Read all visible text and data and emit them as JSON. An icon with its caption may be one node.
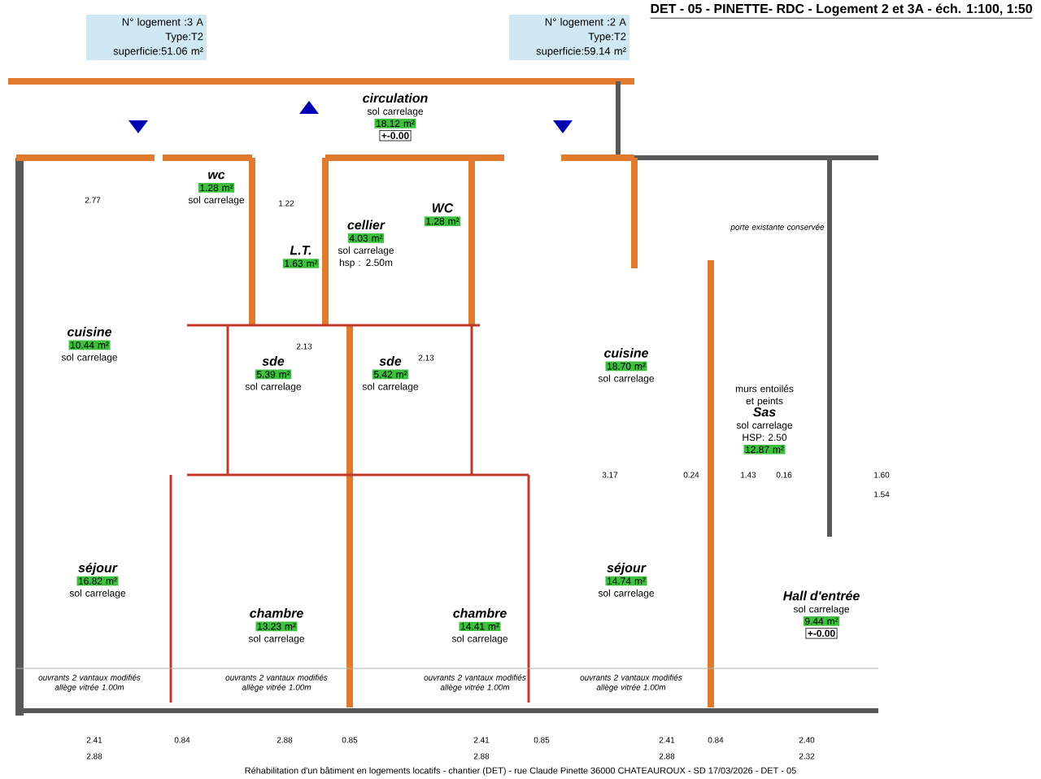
{
  "diagram": {
    "title": "DET - 05 - PINETTE- RDC - Logement 2 et 3A - éch. 1:100, 1:50",
    "caption": "Réhabilitation d'un bâtiment en logements locatifs - chantier (DET) - rue Claude Pinette 36000 CHATEAUROUX - SD 17/03/2026 - DET - 05",
    "nodes": [
      {
        "text": [
          "N° logement :3 A",
          "Type:T2",
          "superficie:51.06 m²"
        ]
      },
      {
        "text": [
          "N° logement :2 A",
          "Type:T2",
          "superficie:59.14 m²"
        ]
      },
      {
        "text": [
          "circulation",
          "sol carrelage",
          "18.12 m²",
          "+-0.00"
        ]
      },
      {
        "text": [
          "wc",
          "1.28 m²",
          "sol carrelage"
        ]
      },
      {
        "text": [
          "L.T.",
          "1.63 m²"
        ]
      },
      {
        "text": [
          "cellier",
          "4.03 m²",
          "sol carrelage hsp : 2.50m"
        ]
      },
      {
        "text": [
          "WC",
          "1.28 m²"
        ]
      },
      {
        "text": [
          "cuisine",
          "10.44 m²",
          "sol carrelage"
        ]
      },
      {
        "text": [
          "sde",
          "5.39 m²",
          "sol carrelage"
        ]
      },
      {
        "text": [
          "sde",
          "5.42 m²",
          "sol carrelage"
        ]
      },
      {
        "text": [
          "cuisine",
          "18.70 m²",
          "sol carrelage"
        ]
      },
      {
        "text": [
          "murs entoilés et peints",
          "Sas",
          "sol carrelage HSP: 2.50",
          "12.87 m²"
        ]
      },
      {
        "text": [
          "séjour",
          "16.82 m²",
          "sol carrelage"
        ]
      },
      {
        "text": [
          "chambre",
          "13.23 m²",
          "sol carrelage"
        ]
      },
      {
        "text": [
          "chambre",
          "14.41 m²",
          "sol carrelage"
        ]
      },
      {
        "text": [
          "séjour",
          "14.74 m²",
          "sol carrelage"
        ]
      },
      {
        "text": [
          "Hall d'entrée",
          "sol carrelage",
          "9.44 m²",
          "+-0.00"
        ]
      }
    ],
    "labels": [
      "porte existante conservée",
      "2.77",
      "1.22",
      "2.13",
      "2.13",
      "3.17",
      "0.24",
      "1.43",
      "0.16",
      "1.60",
      "1.54",
      "ouvrants 2 vantaux modifiés allège vitrée 1.00m",
      "ouvrants 2 vantaux modifiés allège vitrée 1.00m",
      "ouvrants 2 vantaux modifiés allège vitrée 1.00m",
      "ouvrants 2 vantaux modifiés allège vitrée 1.00m",
      "2.41",
      "2.88",
      "0.84",
      "2.88",
      "0.85",
      "2.41",
      "2.88",
      "0.85",
      "2.41",
      "2.88",
      "0.84",
      "2.40",
      "2.32"
    ]
  }
}
